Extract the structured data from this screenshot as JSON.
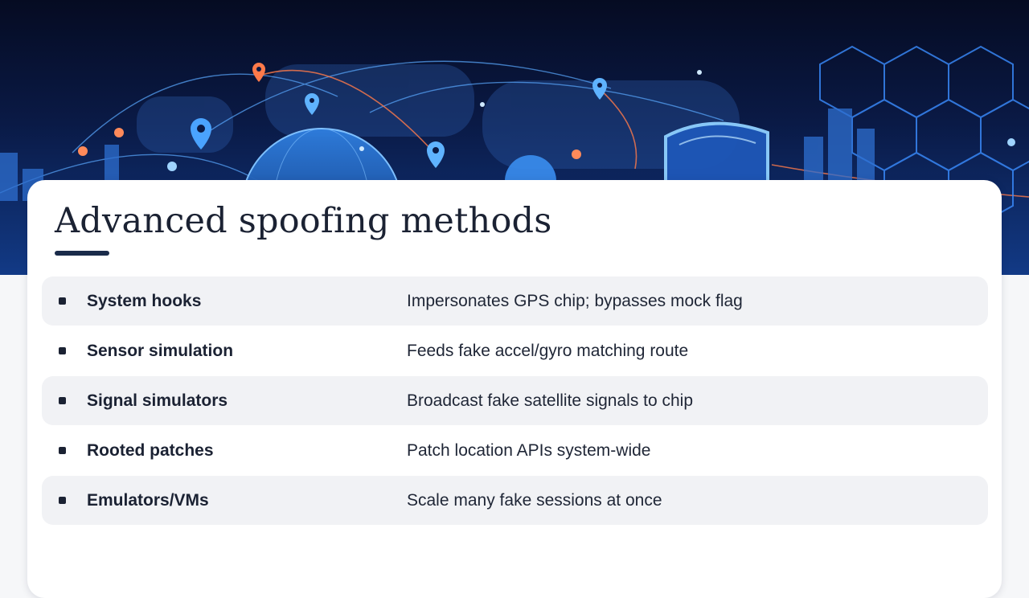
{
  "slide": {
    "title": "Advanced spoofing methods",
    "rows": [
      {
        "term": "System hooks",
        "description": "Impersonates GPS chip; bypasses mock flag"
      },
      {
        "term": "Sensor simulation",
        "description": "Feeds fake accel/gyro matching route"
      },
      {
        "term": "Signal simulators",
        "description": "Broadcast fake satellite signals to chip"
      },
      {
        "term": "Rooted patches",
        "description": "Patch location APIs system-wide"
      },
      {
        "term": "Emulators/VMs",
        "description": "Scale many fake sessions at once"
      }
    ]
  },
  "hero_image": {
    "icons": [
      "location-pin-icon",
      "shield-icon",
      "globe-icon",
      "network-icon"
    ]
  },
  "colors": {
    "hero_dark": "#050b22",
    "hero_blue": "#123a86",
    "card": "#ffffff",
    "row_shade": "#f1f2f5",
    "text": "#1b2233",
    "accent": "#1a2b4a"
  }
}
